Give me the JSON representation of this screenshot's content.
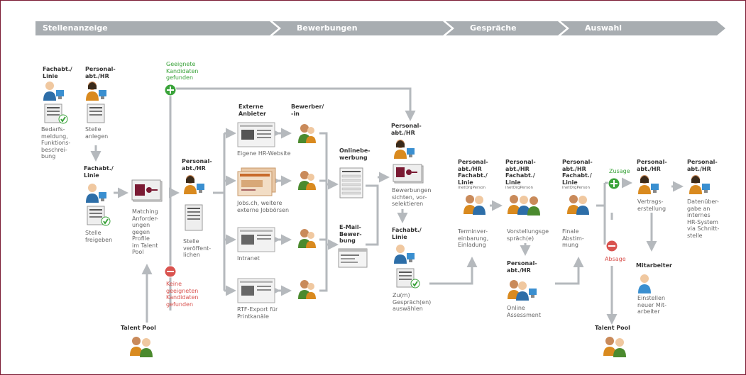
{
  "stages": [
    "Stellenanzeige",
    "Bewerbungen",
    "Gespräche",
    "Auswahl"
  ],
  "labels": {
    "fach1_a": "Fachabt./",
    "fach1_b": "Linie",
    "pers1_a": "Personal-",
    "pers1_b": "abt./HR",
    "bedarf_1": "Bedarfs-",
    "bedarf_2": "meldung,",
    "bedarf_3": "Funktions-",
    "bedarf_4": "beschrei-",
    "bedarf_5": "bung",
    "stelle_anlegen_1": "Stelle",
    "stelle_anlegen_2": "anlegen",
    "fach2_a": "Fachabt./",
    "fach2_b": "Linie",
    "stelle_frei_1": "Stelle",
    "stelle_frei_2": "freigeben",
    "geeignet_1": "Geeignete",
    "geeignet_2": "Kandidaten",
    "geeignet_3": "gefunden",
    "matching_1": "Matching",
    "matching_2": "Anforder-",
    "matching_3": "ungen",
    "matching_4": "gegen",
    "matching_5": "Profile",
    "matching_6": "im Talent",
    "matching_7": "Pool",
    "keine_1": "Keine",
    "keine_2": "geeigneten",
    "keine_3": "Kandidaten",
    "keine_4": "gefunden",
    "pers2_a": "Personal-",
    "pers2_b": "abt./HR",
    "veroeff_1": "Stelle",
    "veroeff_2": "veröffent-",
    "veroeff_3": "lichen",
    "talent_pool_left": "Talent Pool",
    "extern_a": "Externe",
    "extern_b": "Anbieter",
    "bewerber_a": "Bewerber/",
    "bewerber_b": "-in",
    "hr_website": "Eigene HR-Website",
    "jobs_1": "Jobs.ch, weitere",
    "jobs_2": "externe Jobbörsen",
    "intranet": "Intranet",
    "rtf_1": "RTF-Export für",
    "rtf_2": "Printkanäle",
    "online_a": "Onlinebe-",
    "online_b": "werbung",
    "email_a": "E-Mail-",
    "email_b": "Bewer-",
    "email_c": "bung",
    "pers3_a": "Personal-",
    "pers3_b": "abt./HR",
    "bew_sichten_1": "Bewerbungen",
    "bew_sichten_2": "sichten, vor-",
    "bew_sichten_3": "selektieren",
    "fach3_a": "Fachabt./",
    "fach3_b": "Linie",
    "gesp_1": "Zu(m)",
    "gesp_2": "Gespräch(en)",
    "gesp_3": "auswählen",
    "col1_a": "Personal-",
    "col1_b": "abt./HR",
    "col1_c": "Fachabt./",
    "col1_d": "Linie",
    "col1_e": "inetOrgPerson",
    "termin_1": "Terminver-",
    "termin_2": "einbarung,",
    "termin_3": "Einladung",
    "col2_a": "Personal-",
    "col2_b": "abt./HR",
    "col2_c": "Fachabt./",
    "col2_d": "Linie",
    "col2_e": "inetOrgPerson",
    "vorst_1": "Vorstellungsge",
    "vorst_2": "spräch(e)",
    "pers4_a": "Personal-",
    "pers4_b": "abt./HR",
    "assess_1": "Online",
    "assess_2": "Assessment",
    "col3_a": "Personal-",
    "col3_b": "abt./HR",
    "col3_c": "Fachabt./",
    "col3_d": "Linie",
    "col3_e": "inetOrgPerson",
    "finale_1": "Finale",
    "finale_2": "Abstim-",
    "finale_3": "mung",
    "zusage": "Zusage",
    "absage": "Absage",
    "pers5_a": "Personal-",
    "pers5_b": "abt./HR",
    "vertrag_1": "Vertrags-",
    "vertrag_2": "erstellung",
    "mitarb": "Mitarbeiter",
    "einstellen_1": "Einstellen",
    "einstellen_2": "neuer Mit-",
    "einstellen_3": "arbeiter",
    "talent_pool_right": "Talent Pool",
    "pers6_a": "Personal-",
    "pers6_b": "abt./HR",
    "daten_1": "Datenüber-",
    "daten_2": "gabe an",
    "daten_3": "internes",
    "daten_4": "HR-System",
    "daten_5": "via Schnitt-",
    "daten_6": "stelle"
  },
  "colors": {
    "frame": "#7a1a33",
    "stage": "#a8adb1",
    "arrow": "#b5b9bd",
    "green": "#3aa33a",
    "red": "#d9534f",
    "person_blue": "#2d6ea8",
    "person_orange": "#d98a1f",
    "person_green": "#4b8a2e",
    "monitor": "#3a8fd0"
  },
  "icons": [
    "person-icon",
    "monitor-icon",
    "document-icon",
    "checkmark-icon",
    "plus-icon",
    "minus-icon",
    "group-icon",
    "website-icon",
    "form-icon",
    "email-icon",
    "card-icon"
  ]
}
